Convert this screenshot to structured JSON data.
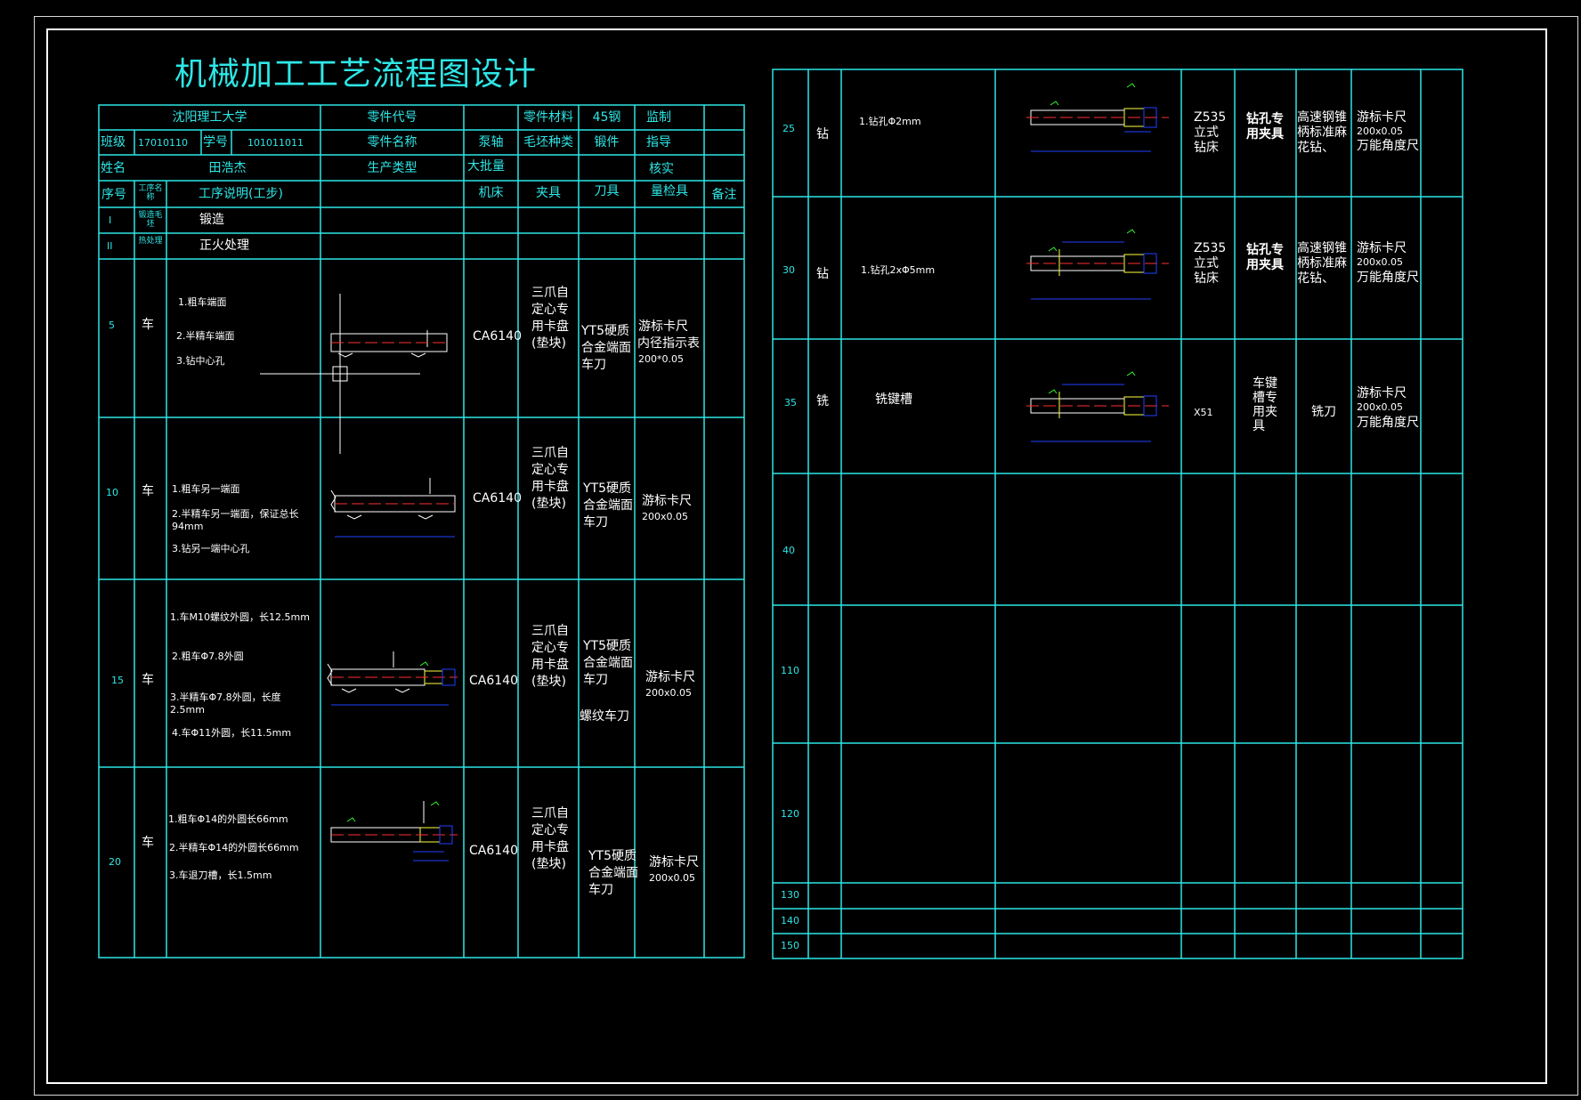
{
  "title": "机械加工工艺流程图设计",
  "header": {
    "university": "沈阳理工大学",
    "part_code_label": "零件代号",
    "material_label": "零件材料",
    "material_value": "45钢",
    "supervise_label": "监制",
    "class_label": "班级",
    "class_value": "17010110",
    "student_no_label": "学号",
    "student_no_value": "101011011",
    "part_name_label": "零件名称",
    "part_name_value": "泵轴",
    "blank_type_label": "毛坯种类",
    "blank_type_value": "锻件",
    "guide_label": "指导",
    "name_label": "姓名",
    "name_value": "田浩杰",
    "production_type_label": "生产类型",
    "production_type_value": "大批量",
    "verify_label": "核实"
  },
  "columns": {
    "seq": "序号",
    "proc_name": "工序名称",
    "desc": "工序说明(工步)",
    "machine": "机床",
    "fixture": "夹具",
    "tool": "刀具",
    "gauge": "量检具",
    "remark": "备注"
  },
  "pre_rows": [
    {
      "seq": "I",
      "tag": "锻造毛坯",
      "desc": "锻造"
    },
    {
      "seq": "II",
      "tag": "热处理",
      "desc": "正火处理"
    }
  ],
  "left_rows": [
    {
      "seq": "5",
      "op": "车",
      "steps": [
        "1.粗车端面",
        "2.半精车端面",
        "3.钻中心孔"
      ],
      "machine": "CA6140",
      "fixture": "三爪自定心专用卡盘(垫块)",
      "tool": "YT5硬质合金端面车刀",
      "gauge": [
        "游标卡尺",
        "内径指示表",
        "200*0.05"
      ]
    },
    {
      "seq": "10",
      "op": "车",
      "steps": [
        "1.粗车另一端面",
        "2.半精车另一端面，保证总长94mm",
        "3.钻另一端中心孔"
      ],
      "machine": "CA6140",
      "fixture": "三爪自定心专用卡盘(垫块)",
      "tool": "YT5硬质合金端面车刀",
      "gauge": [
        "游标卡尺",
        "200x0.05"
      ]
    },
    {
      "seq": "15",
      "op": "车",
      "steps": [
        "1.车M10螺纹外圆，长12.5mm",
        "2.粗车Φ7.8外圆",
        "3.半精车Φ7.8外圆，长度2.5mm",
        "4.车Φ11外圆，长11.5mm"
      ],
      "machine": "CA6140",
      "fixture": "三爪自定心专用卡盘(垫块)",
      "tool": "YT5硬质合金端面车刀",
      "tool2": "螺纹车刀",
      "gauge": [
        "游标卡尺",
        "200x0.05"
      ]
    },
    {
      "seq": "20",
      "op": "车",
      "steps": [
        "1.粗车Φ14的外圆长66mm",
        "2.半精车Φ14的外圆长66mm",
        "3.车退刀槽，长1.5mm"
      ],
      "machine": "CA6140",
      "fixture": "三爪自定心专用卡盘(垫块)",
      "tool": "YT5硬质合金端面车刀",
      "gauge": [
        "游标卡尺",
        "200x0.05"
      ]
    }
  ],
  "right_rows": [
    {
      "seq": "25",
      "op": "钻",
      "desc": "1.钻孔Φ2mm",
      "machine": "Z535立式钻床",
      "fixture": "钻孔专用夹具",
      "tool": "高速钢锥柄标准麻花钻、",
      "gauge": [
        "游标卡尺",
        "200x0.05",
        "万能角度尺"
      ]
    },
    {
      "seq": "30",
      "op": "钻",
      "desc": "1.钻孔2xΦ5mm",
      "machine": "Z535立式钻床",
      "fixture": "钻孔专用夹具",
      "tool": "高速钢锥柄标准麻花钻、",
      "gauge": [
        "游标卡尺",
        "200x0.05",
        "万能角度尺"
      ]
    },
    {
      "seq": "35",
      "op": "铣",
      "desc": "铣键槽",
      "machine": "X51",
      "fixture": "车键槽专用夹具",
      "tool": "铣刀",
      "gauge": [
        "游标卡尺",
        "200x0.05",
        "万能角度尺"
      ]
    },
    {
      "seq": "40"
    },
    {
      "seq": "110"
    },
    {
      "seq": "120"
    },
    {
      "seq": "130"
    },
    {
      "seq": "140"
    },
    {
      "seq": "150"
    }
  ],
  "colors": {
    "table_line": "#2ee6e6",
    "text": "#ffffff",
    "title": "#2ee6e6",
    "axis": "#ff3030",
    "dim": "#2040ff",
    "mark": "#30ff30",
    "part": "#ffff40"
  }
}
